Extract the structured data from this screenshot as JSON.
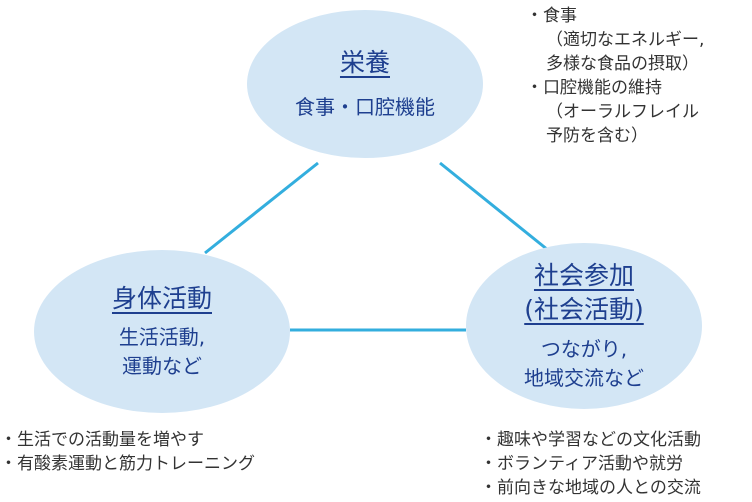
{
  "colors": {
    "ellipse_fill": "#d3e6f5",
    "connector": "#33aede",
    "heading_text": "#1e3f8f",
    "note_text": "#333333"
  },
  "nutrition": {
    "title": "栄養",
    "subtitle": "食事・口腔機能",
    "notes": [
      "・食事",
      "（適切なエネルギー,",
      "多様な食品の摂取）",
      "・口腔機能の維持",
      "（オーラルフレイル",
      "予防を含む）"
    ]
  },
  "physical": {
    "title": "身体活動",
    "subtitle_line1": "生活活動,",
    "subtitle_line2": "運動など",
    "notes": [
      "・生活での活動量を増やす",
      "・有酸素運動と筋力トレーニング"
    ]
  },
  "social": {
    "title_line1": "社会参加",
    "title_line2": "(社会活動)",
    "subtitle_line1": "つながり,",
    "subtitle_line2": "地域交流など",
    "notes": [
      "・趣味や学習などの文化活動",
      "・ボランティア活動や就労",
      "・前向きな地域の人との交流"
    ]
  }
}
